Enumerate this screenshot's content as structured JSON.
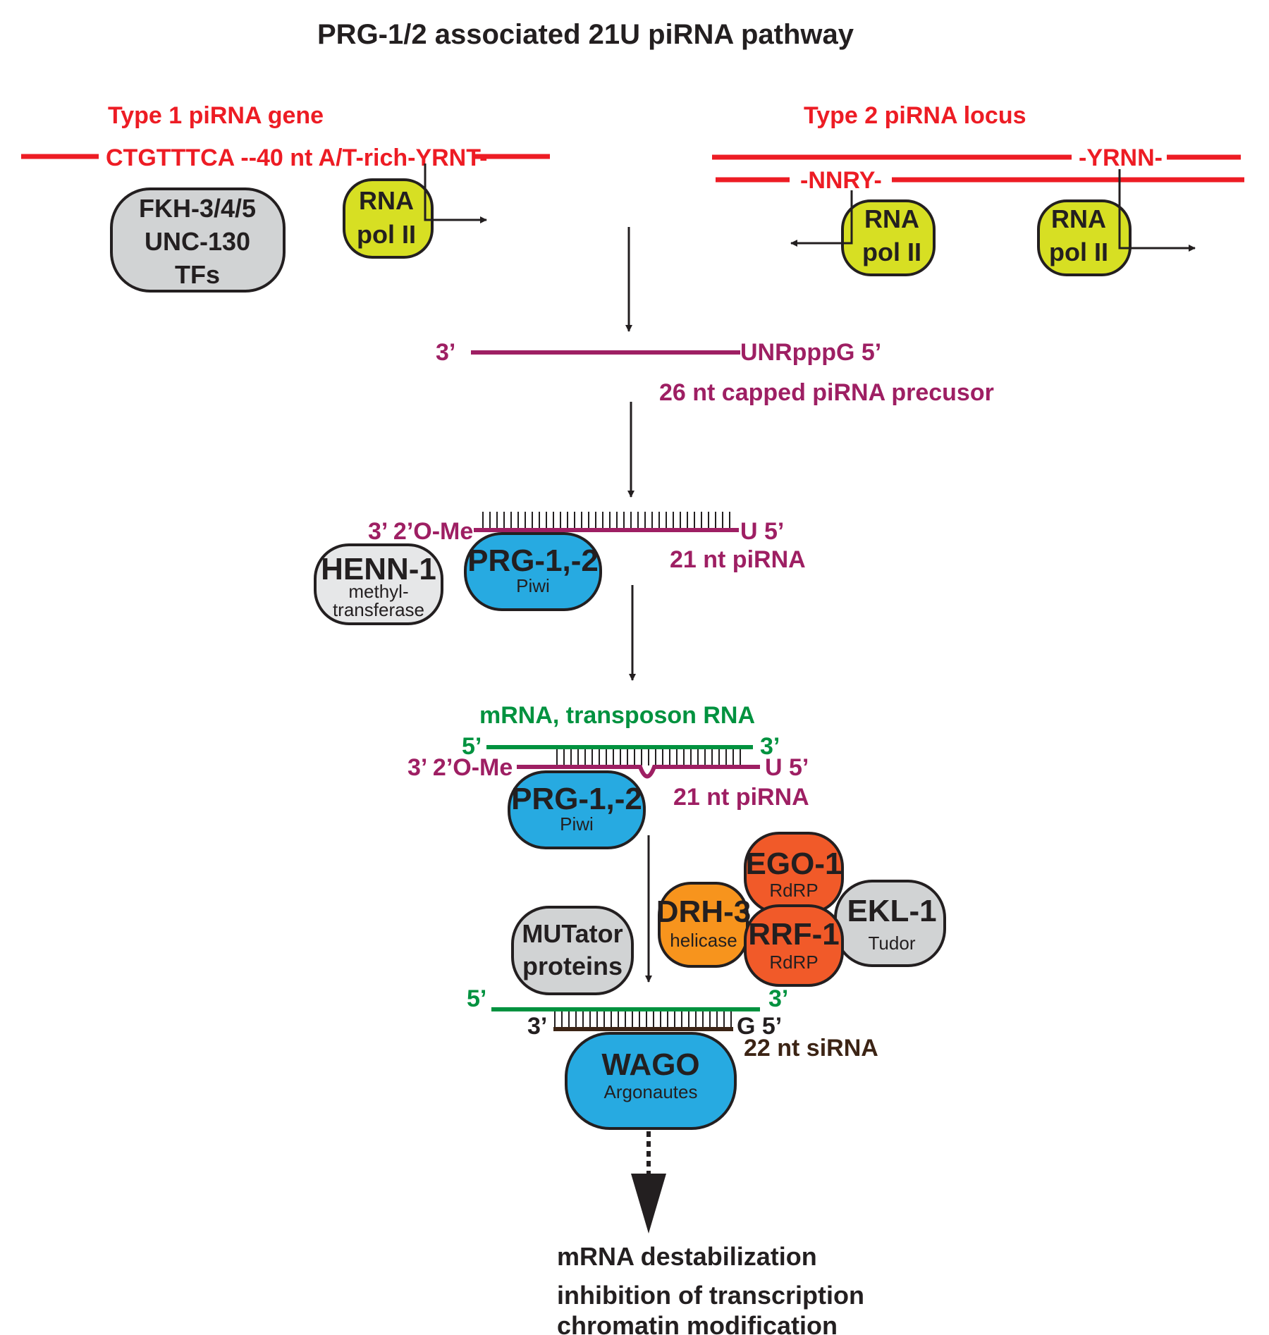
{
  "title": "PRG-1/2 associated 21U piRNA pathway",
  "colors": {
    "red": "#ed1c24",
    "purple": "#9e1f63",
    "green": "#00923f",
    "brown": "#3c2415",
    "yellow_green": "#d7df23",
    "grey": "#d1d3d4",
    "light_grey": "#e6e7e8",
    "blue": "#27aae1",
    "orange_red": "#f15a29",
    "orange": "#f7941d"
  },
  "type1": {
    "label": "Type 1 piRNA gene",
    "sequence": "CTGTTTCA --40 nt A/T-rich-YRNT-",
    "tf_box": {
      "line1": "FKH-3/4/5",
      "line2": "UNC-130",
      "line3": "TFs"
    },
    "polii": {
      "line1": "RNA",
      "line2": "pol II"
    }
  },
  "type2": {
    "label": "Type 2 piRNA locus",
    "top_motif": "-YRNN-",
    "bottom_motif": "-NNRY-",
    "polii_left": {
      "line1": "RNA",
      "line2": "pol II"
    },
    "polii_right": {
      "line1": "RNA",
      "line2": "pol II"
    }
  },
  "precursor": {
    "left_end": "3’",
    "right_end": "UNRpppG 5’",
    "label": "26 nt capped piRNA precusor"
  },
  "mature": {
    "left_end": "3’ 2’O-Me",
    "right_end": "U 5’",
    "label": "21 nt  piRNA",
    "henn": {
      "name": "HENN-1",
      "sub1": "methyl-",
      "sub2": "transferase"
    },
    "prg": {
      "name": "PRG-1,-2",
      "sub": "Piwi"
    }
  },
  "targeting": {
    "target_label": "mRNA, transposon RNA",
    "target_5": "5’",
    "target_3": "3’",
    "left_end": "3’  2’O-Me",
    "right_end": "U 5’",
    "label": "21 nt piRNA",
    "prg": {
      "name": "PRG-1,-2",
      "sub": "Piwi"
    }
  },
  "amplification": {
    "mutator": {
      "line1": "MUTator",
      "line2": "proteins"
    },
    "drh": {
      "name": "DRH-3",
      "sub": "helicase"
    },
    "ego": {
      "name": "EGO-1",
      "sub": "RdRP"
    },
    "rrf": {
      "name": "RRF-1",
      "sub": "RdRP"
    },
    "ekl": {
      "name": "EKL-1",
      "sub": "Tudor"
    }
  },
  "sirna": {
    "target_5": "5’",
    "target_3": "3’",
    "left_end": "3’",
    "right_end": "G 5’",
    "label": "22 nt siRNA",
    "wago": {
      "name": "WAGO",
      "sub": "Argonautes"
    }
  },
  "outcomes": [
    "mRNA destabilization",
    "inhibition of transcription",
    "chromatin modification"
  ]
}
